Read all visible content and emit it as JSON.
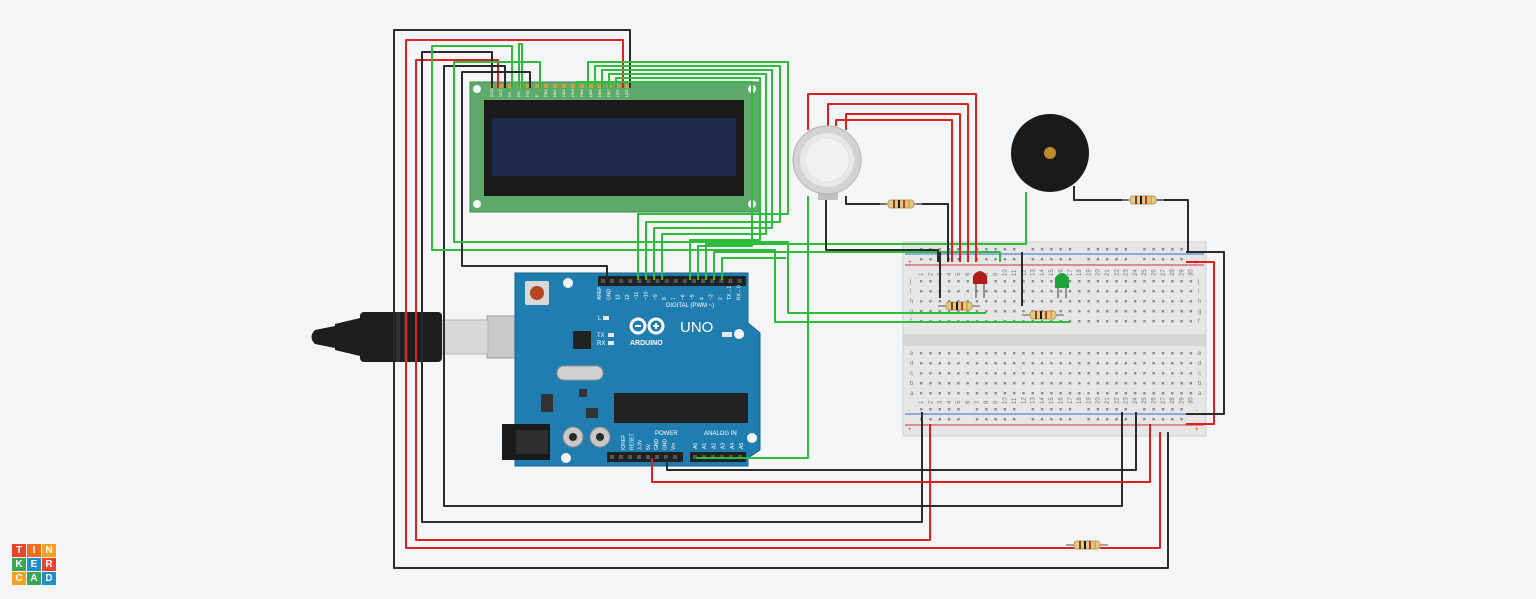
{
  "board": {
    "model": "UNO",
    "brand": "ARDUINO",
    "digital_header": "DIGITAL (PWM ~)",
    "power_header": "POWER",
    "analog_header": "ANALOG IN",
    "led_labels": [
      "L",
      "TX",
      "RX"
    ],
    "on_label": "ON",
    "digital_pins": [
      "AREF",
      "GND",
      "13",
      "12",
      "~11",
      "~10",
      "~9",
      "8",
      "7",
      "~6",
      "~5",
      "4",
      "~3",
      "2",
      "TX→1",
      "RX←0"
    ],
    "power_pins": [
      "IOREF",
      "RESET",
      "3.3V",
      "5V",
      "GND",
      "GND",
      "Vin"
    ],
    "analog_pins": [
      "A0",
      "A1",
      "A2",
      "A3",
      "A4",
      "A5"
    ]
  },
  "breadboard": {
    "column_numbers": [
      "1",
      "2",
      "3",
      "4",
      "5",
      "6",
      "7",
      "8",
      "9",
      "10",
      "11",
      "12",
      "13",
      "14",
      "15",
      "16",
      "17",
      "18",
      "19",
      "20",
      "21",
      "22",
      "23",
      "24",
      "25",
      "26",
      "27",
      "28",
      "29",
      "30"
    ],
    "row_letters_top": [
      "j",
      "i",
      "h",
      "g",
      "f"
    ],
    "row_letters_bottom": [
      "e",
      "d",
      "c",
      "b",
      "a"
    ],
    "rail_plus": "+",
    "rail_minus": "-"
  },
  "lcd": {
    "pins": [
      "GND",
      "VCC",
      "V0",
      "RS",
      "RW",
      "E",
      "DB0",
      "DB1",
      "DB2",
      "DB3",
      "DB4",
      "DB5",
      "DB6",
      "DB7",
      "LED",
      "LED"
    ]
  },
  "components": {
    "led_red_color": "#b31b1b",
    "led_green_color": "#1ea03a",
    "buzzer_color": "#1a1a1a",
    "wire_red": "#e02020",
    "wire_black": "#2b2b2b",
    "wire_green": "#2ebd3a"
  },
  "logo": {
    "letters": [
      "T",
      "I",
      "N",
      "K",
      "E",
      "R",
      "C",
      "A",
      "D"
    ],
    "colors": [
      "#e8452c",
      "#f26b21",
      "#f6a020",
      "#3aa655",
      "#1f8ec9",
      "#e8452c",
      "#f6a020",
      "#3aa655",
      "#1f8ec9"
    ]
  }
}
